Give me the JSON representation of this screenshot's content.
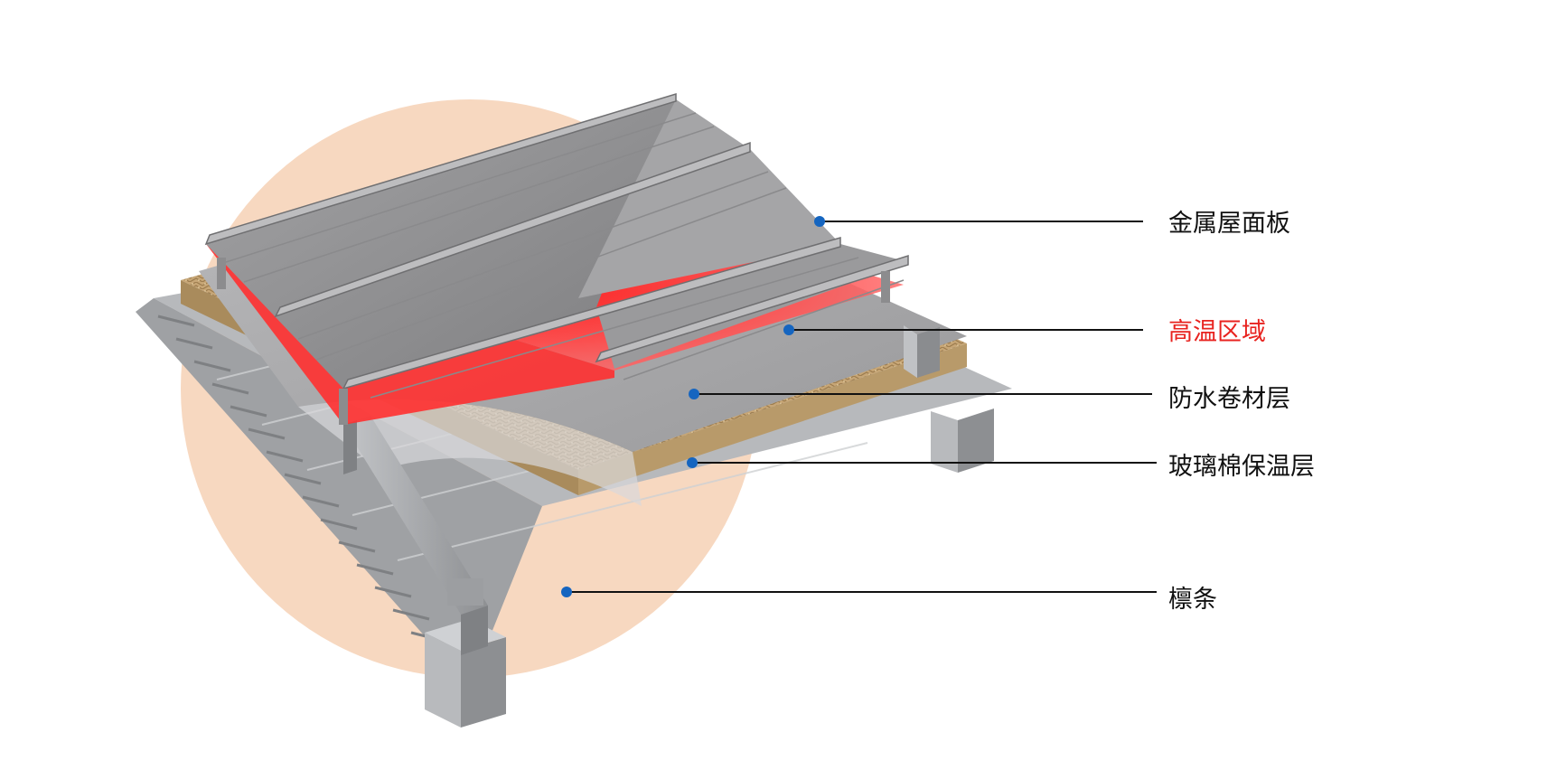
{
  "diagram": {
    "layers": [
      {
        "id": "metal-roof-panel",
        "label": "金属屋面板",
        "color": "#111111",
        "marker_color": "#1565c0"
      },
      {
        "id": "high-temp-zone",
        "label": "高温区域",
        "color": "#e8231f",
        "marker_color": "#1565c0"
      },
      {
        "id": "waterproof-membrane",
        "label": "防水卷材层",
        "color": "#111111",
        "marker_color": "#1565c0"
      },
      {
        "id": "glass-wool-insulation",
        "label": "玻璃棉保温层",
        "color": "#111111",
        "marker_color": "#1565c0"
      },
      {
        "id": "purlin",
        "label": "檩条",
        "color": "#111111",
        "marker_color": "#1565c0"
      }
    ],
    "colors": {
      "background_circle": "#f7d8c0",
      "panel": "#8f8f91",
      "heat": "#ff2020",
      "insulation": "#c9a877",
      "steel": "#a9abae"
    }
  }
}
